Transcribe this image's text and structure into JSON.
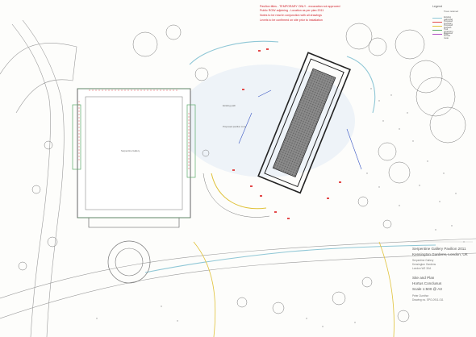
{
  "notes": {
    "line1": "Pavilion titles - TEMPORARY ONLY - excavation not approved",
    "line2": "Public ROW adjoining - Location as per plan 2011",
    "line3": "Notes to be read in conjunction with all drawings",
    "line4": "Levels to be confirmed on site prior to installation"
  },
  "labels": {
    "gallery": "Serpentine Gallery",
    "lawn": "Proposed pavilion zone",
    "path": "Existing path"
  },
  "legend": {
    "title": "Legend",
    "scale_note": "Trees retained",
    "items": [
      {
        "label": "Existing path/road",
        "color": "#8fc7d6"
      },
      {
        "label": "Proposed boundary",
        "color": "#e34a4a"
      },
      {
        "label": "Proposed footpath",
        "color": "#e0c23a"
      },
      {
        "label": "Tree protection zone",
        "color": "#5aa86a"
      },
      {
        "label": "Proposed service route",
        "color": "#b04fc4"
      }
    ]
  },
  "title_block": {
    "project": "Serpentine Gallery Pavilion 2011",
    "location": "Kensington Gardens, London, UK",
    "client1": "Serpentine Gallery",
    "client2": "Kensington Gardens",
    "client3": "London W2 3XA",
    "drawing1": "Site and Plan",
    "drawing2": "Hortus Conclusus",
    "scale": "Scale 1:500 @ A3",
    "footer1": "Peter Zumthor",
    "footer2": "Drawing no. SPG-0911-011"
  }
}
